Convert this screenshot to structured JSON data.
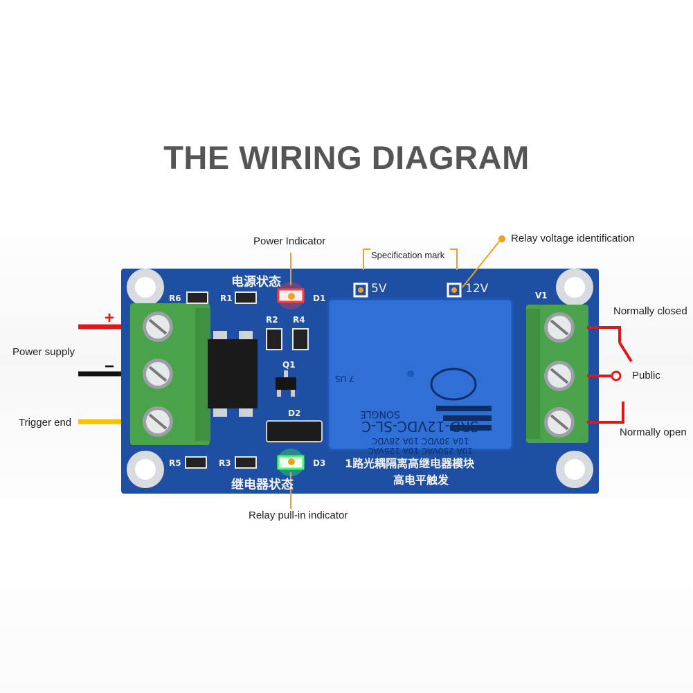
{
  "title": "THE WIRING DIAGRAM",
  "labels": {
    "power_indicator": "Power Indicator",
    "specification_mark": "Specification mark",
    "relay_voltage_identification": "Relay voltage identification",
    "power_supply": "Power supply",
    "trigger_end": "Trigger end",
    "relay_pull_in_indicator": "Relay pull-in indicator",
    "normally_closed": "Normally closed",
    "public": "Public",
    "normally_open": "Normally open",
    "plus_sign": "+",
    "minus_sign": "−"
  },
  "board": {
    "power_status_cn": "电源状态",
    "relay_status_cn": "继电器状态",
    "module_name_cn": "1路光耦隔离高继电器模块",
    "trigger_type_cn": "高电平触发",
    "mark_5v": "5V",
    "mark_12v": "12V",
    "v1": "V1",
    "refs": {
      "r6": "R6",
      "r1": "R1",
      "d1": "D1",
      "r2": "R2",
      "r4": "R4",
      "q1": "Q1",
      "d2": "D2",
      "r5": "R5",
      "r3": "R3",
      "d3": "D3"
    }
  },
  "relay": {
    "model": "SRD-12VDC-SL-C",
    "rating_1": "10A 250VAC  10A 125VAC",
    "rating_2": "10A 30VDC  10A 28VDC",
    "brand": "SONGLE",
    "ul_mark": "7 US"
  },
  "colors": {
    "board": "#1f4fa3",
    "relay": "#2f6fd6",
    "terminal": "#4aa34a",
    "wire_red": "#e01818",
    "wire_black": "#111111",
    "wire_yellow": "#f5c400",
    "leader": "#f0a020",
    "led_red": "#ff3b3b",
    "led_green": "#3cff6a"
  }
}
